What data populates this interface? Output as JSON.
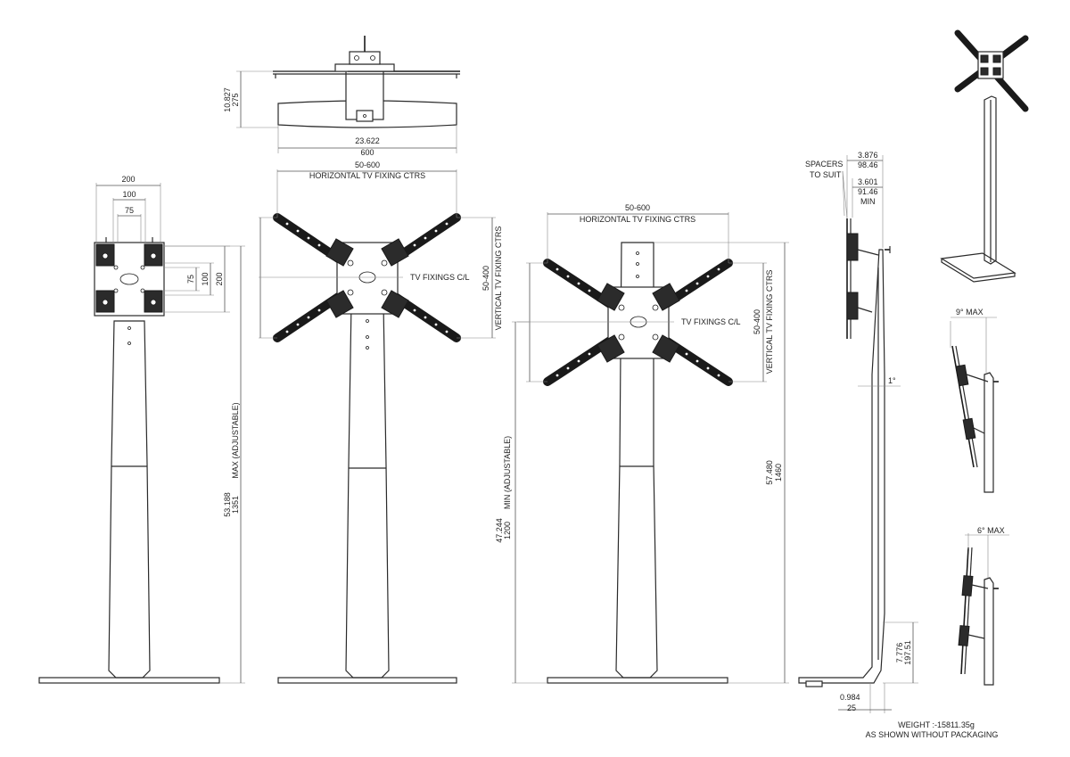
{
  "top_view": {
    "dim_275": "275",
    "dim_275_in": "10.827",
    "dim_600": "600",
    "dim_600_in": "23.622"
  },
  "front_view_1": {
    "dim_200": "200",
    "dim_100": "100",
    "dim_75": "75",
    "vdim_75": "75",
    "vdim_100": "100",
    "vdim_200": "200",
    "height": "1351",
    "height_in": "53.188",
    "height_label": "MAX (ADJUSTABLE)"
  },
  "front_view_2": {
    "range_h": "50-600",
    "label_h": "HORIZONTAL TV FIXING CTRS",
    "range_v": "50-400",
    "label_v": "VERTICAL TV FIXING CTRS",
    "fixings_label": "TV FIXINGS C/L"
  },
  "front_view_3": {
    "range_h": "50-600",
    "label_h": "HORIZONTAL TV FIXING CTRS",
    "range_v": "50-400",
    "label_v": "VERTICAL TV FIXING CTRS",
    "fixings_label": "TV FIXINGS C/L",
    "height": "1200",
    "height_in": "47.244",
    "height_label": "MIN (ADJUSTABLE)",
    "overall": "1460",
    "overall_in": "57.480"
  },
  "side_view": {
    "spacers_1": "SPACERS",
    "spacers_2": "TO SUIT",
    "dim_98": "98.46",
    "dim_98_in": "3.876",
    "dim_91": "91.46",
    "dim_91_in": "3.601",
    "min_label": "MIN",
    "angle": "1°",
    "dim_197": "197.51",
    "dim_197_in": "7.776",
    "dim_25": "25",
    "dim_25_in": "0.984"
  },
  "tilt_views": {
    "tilt_9": "9° MAX",
    "tilt_6": "6° MAX"
  },
  "notes": {
    "weight": "WEIGHT :-15811.35g",
    "packaging": "AS SHOWN WITHOUT PACKAGING"
  }
}
